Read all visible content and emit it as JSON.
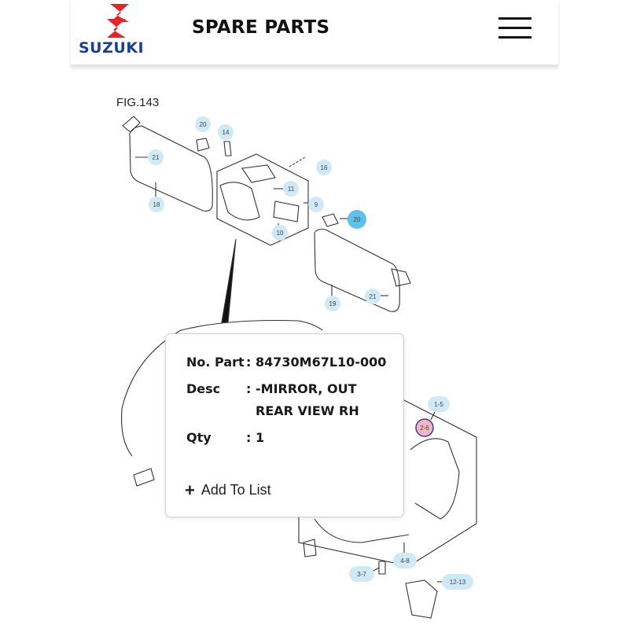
{
  "header": {
    "brand": "SUZUKI",
    "title": "SPARE PARTS"
  },
  "figure": {
    "label": "FIG.143"
  },
  "callouts": [
    "20",
    "14",
    "21",
    "16",
    "11",
    "9",
    "18",
    "10",
    "20",
    "19",
    "21",
    "1-5",
    "2-6",
    "3-7",
    "4-8",
    "12-13"
  ],
  "popup": {
    "part_label": "No. Part",
    "part_value": "84730M67L10-000",
    "desc_label": "Desc",
    "desc_line1": "-MIRROR, OUT",
    "desc_line2": "REAR VIEW RH",
    "qty_label": "Qty",
    "qty_value": "1",
    "sep": ":",
    "add_label": "Add To List"
  },
  "colors": {
    "brand_red": "#e4262b",
    "brand_blue": "#1b3f93",
    "callout_fill": "#cfe9f7",
    "callout_active": "#5fc1ea",
    "callout_selected": "#f2b6c3"
  }
}
